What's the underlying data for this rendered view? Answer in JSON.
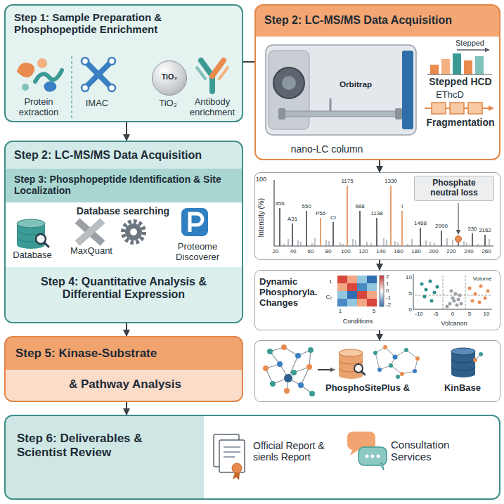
{
  "diagram": {
    "nodes": [
      {
        "text": [
          "Step 1: Sample Preparation & Phosphopeptide Enrichment"
        ]
      },
      {
        "text": [
          "TiO₂"
        ],
        "in": 0
      },
      {
        "text": [
          "Step 2: LC-MS/MS Data Acquisition"
        ]
      },
      {
        "text": [
          "Orbitrap"
        ],
        "in": 2
      },
      {
        "text": [
          "Step 2: LC-MS/MS Data Acquisition"
        ]
      },
      {
        "text": [
          "Step 3: Phosphopeptide Identification & Site Localization"
        ],
        "in": 4
      },
      {
        "text": [
          "Step 4: Quantitative Analysis & Differential Expression"
        ],
        "in": 4
      },
      {
        "text": [
          "Intensity (%)"
        ]
      },
      {
        "text": [
          "Phosphate neutral loss"
        ],
        "in": 7
      },
      {
        "text": [
          "Dynamic Phosphoryla. Changes"
        ]
      },
      {
        "text": [
          "PhosphoSitePlus &",
          "KinBase"
        ]
      },
      {
        "text": [
          "Step 5: Kinase-Substrate",
          "& Pathway Analysis"
        ]
      },
      {
        "text": [
          "Step 6: Deliverables & Scientist Review",
          "Official Report & sienls Report",
          "Consultation Services"
        ]
      }
    ],
    "edges": [
      {
        "from": 0,
        "to": 4,
        "arrow": "to"
      },
      {
        "from": 0,
        "to": 2,
        "arrow": "none"
      },
      {
        "from": 2,
        "to": 7,
        "arrow": "to"
      },
      {
        "from": 7,
        "to": 9,
        "arrow": "to"
      },
      {
        "from": 9,
        "to": 10,
        "arrow": "to"
      },
      {
        "from": 4,
        "to": 11,
        "arrow": "to"
      },
      {
        "from": 11,
        "to": 12,
        "arrow": "to"
      }
    ],
    "labels": [
      "Protein extraction",
      "IMAC",
      "TiO₂",
      "Antibody enrichment",
      "nano-LC column",
      "Stepped",
      "Stepped HCD",
      "EThcD",
      "Fragmentation",
      "Database searching",
      "Database",
      "MaxQuant",
      "Proteome Discoverer",
      "100",
      "20",
      "40",
      "60",
      "80",
      "100",
      "120",
      "140",
      "160",
      "180",
      "200",
      "220",
      "240",
      "260",
      "356",
      "A31",
      "550",
      "P56",
      "CI",
      "1175",
      "988",
      "1138",
      "1330",
      "I",
      "1468",
      "2000",
      "330",
      "3162",
      "1",
      "C₂",
      "1",
      "5",
      "Conditions",
      "2",
      "1",
      "0",
      "-1",
      "-2",
      "10",
      "5",
      "0",
      "-10",
      "-5",
      "0",
      "5",
      "10",
      "Volume",
      "Volcanon"
    ]
  }
}
